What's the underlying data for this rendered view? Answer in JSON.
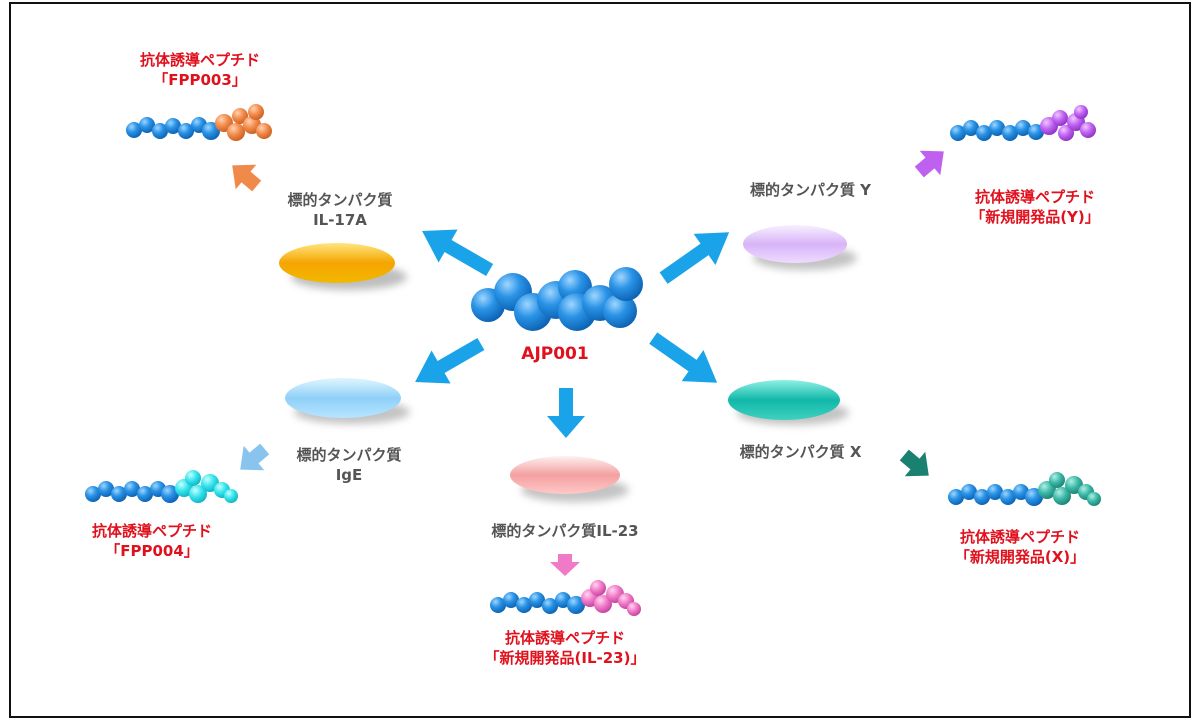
{
  "colors": {
    "peptide_blue": "#1f8fe0",
    "arrow_blue": "#1aa3e8",
    "label_red": "#e0101c",
    "label_gray": "#555555",
    "orange": "#f08a4b",
    "purple": "#c060f0",
    "cyan": "#30e0e8",
    "teal": "#2aa898",
    "pink": "#f07ac8"
  },
  "center": {
    "name": "AJP001"
  },
  "targets": {
    "il17a": {
      "line1": "標的タンパク質",
      "line2": "IL-17A",
      "color": "#f5a400"
    },
    "ige": {
      "line1": "標的タンパク質",
      "line2": "IgE",
      "color": "#8fd0f8"
    },
    "il23": {
      "line1": "標的タンパク質IL-23",
      "color": "#f4a0a0"
    },
    "x": {
      "line1": "標的タンパク質 X",
      "color": "#10b8a8"
    },
    "y": {
      "line1": "標的タンパク質 Y",
      "color": "#d8b4f8"
    }
  },
  "peptides": {
    "fpp003": {
      "line1": "抗体誘導ペプチド",
      "line2": "「FPP003」"
    },
    "fpp004": {
      "line1": "抗体誘導ペプチド",
      "line2": "「FPP004」"
    },
    "il23": {
      "line1": "抗体誘導ペプチド",
      "line2": "「新規開発品(IL-23)」"
    },
    "x": {
      "line1": "抗体誘導ペプチド",
      "line2": "「新規開発品(X)」"
    },
    "y": {
      "line1": "抗体誘導ペプチド",
      "line2": "「新規開発品(Y)」"
    }
  }
}
